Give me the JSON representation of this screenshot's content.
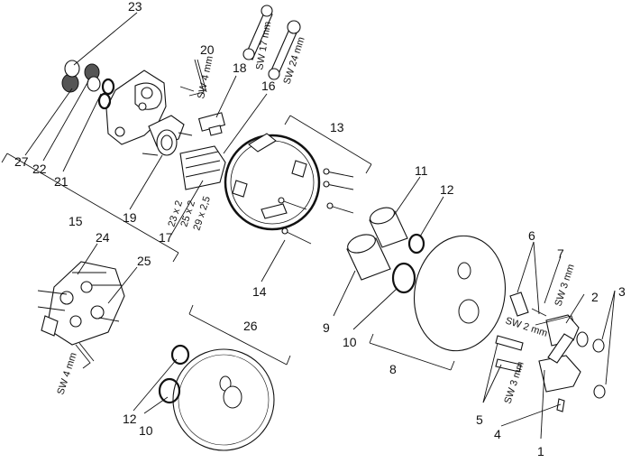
{
  "callouts": {
    "c1": "1",
    "c2": "2",
    "c3": "3",
    "c4": "4",
    "c5": "5",
    "c6": "6",
    "c7": "7",
    "c8": "8",
    "c9": "9",
    "c10a": "10",
    "c10b": "10",
    "c11": "11",
    "c12a": "12",
    "c12b": "12",
    "c13": "13",
    "c14": "14",
    "c15": "15",
    "c16": "16",
    "c17": "17",
    "c18": "18",
    "c19": "19",
    "c20": "20",
    "c21": "21",
    "c22": "22",
    "c23": "23",
    "c24": "24",
    "c25": "25",
    "c26": "26",
    "c27": "27"
  },
  "tool_labels": {
    "sw17": "SW 17 mm",
    "sw24": "SW 24 mm",
    "sw4_top": "SW 4 mm",
    "sw4_left": "SW 4 mm",
    "sw3_a": "SW 3 mm",
    "sw2": "SW 2 mm",
    "sw3_b": "SW 3 mm"
  },
  "oring_sizes": {
    "s1": "23 x 2",
    "s2": "25 x 2",
    "s3": "29 x 2,5"
  }
}
